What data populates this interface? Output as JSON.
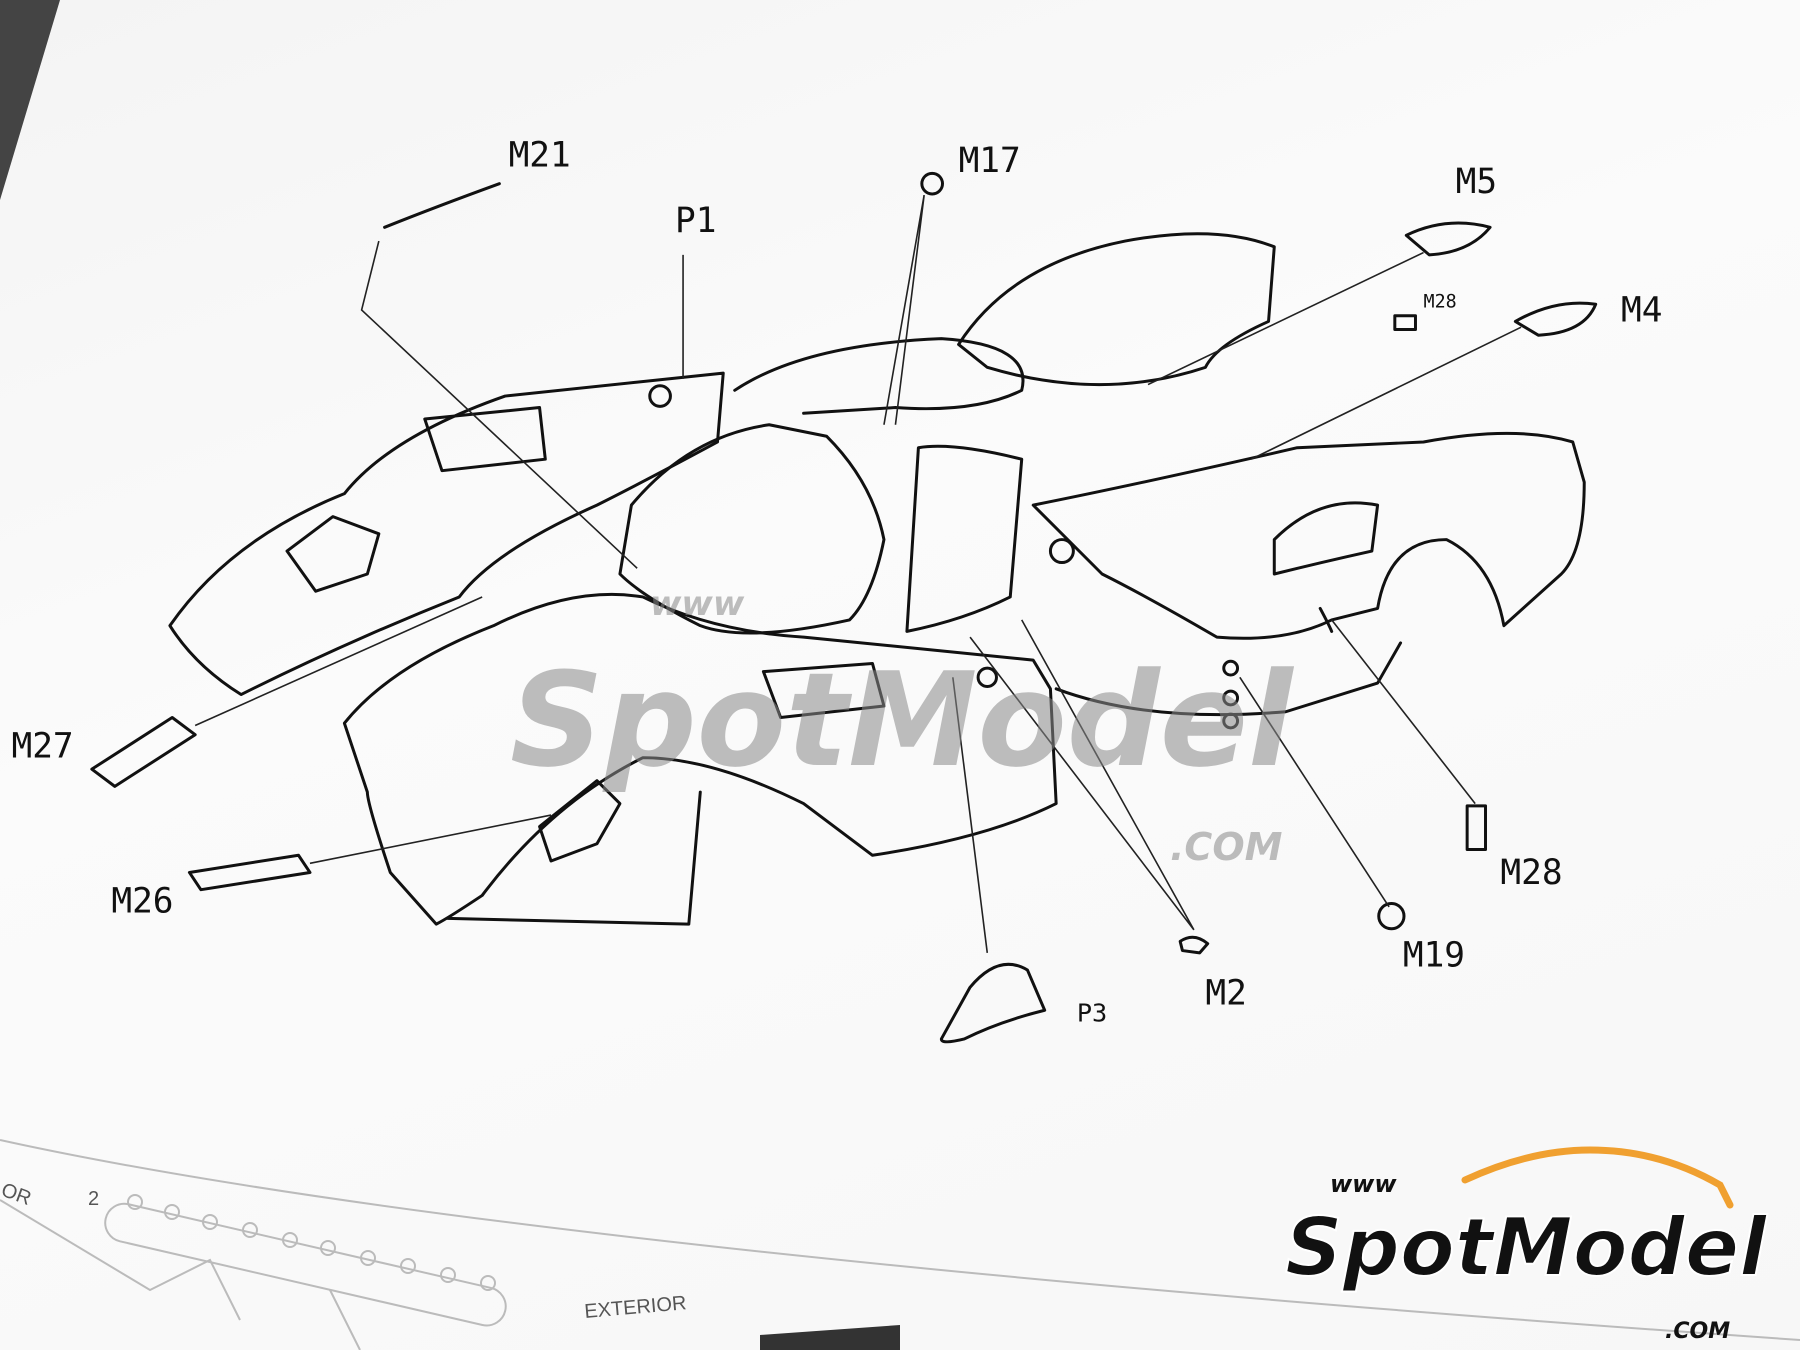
{
  "diagram": {
    "part_labels": [
      "M21",
      "P1",
      "M17",
      "M5",
      "M28",
      "M4",
      "M27",
      "M26",
      "M2",
      "M19",
      "M28",
      "P3"
    ],
    "sheet": {
      "section_label": "EXTERIOR",
      "partial_label": "OR",
      "decal_number": "2"
    }
  },
  "watermark": {
    "prefix": "www",
    "brand": "SpotModel",
    "suffix": ".COM"
  },
  "logo": {
    "prefix": "www",
    "brand": "SpotModel",
    "suffix": ".COM",
    "accent_color": "#f0a030"
  },
  "colors": {
    "ink": "#111111",
    "paper": "#f7f7f7"
  }
}
